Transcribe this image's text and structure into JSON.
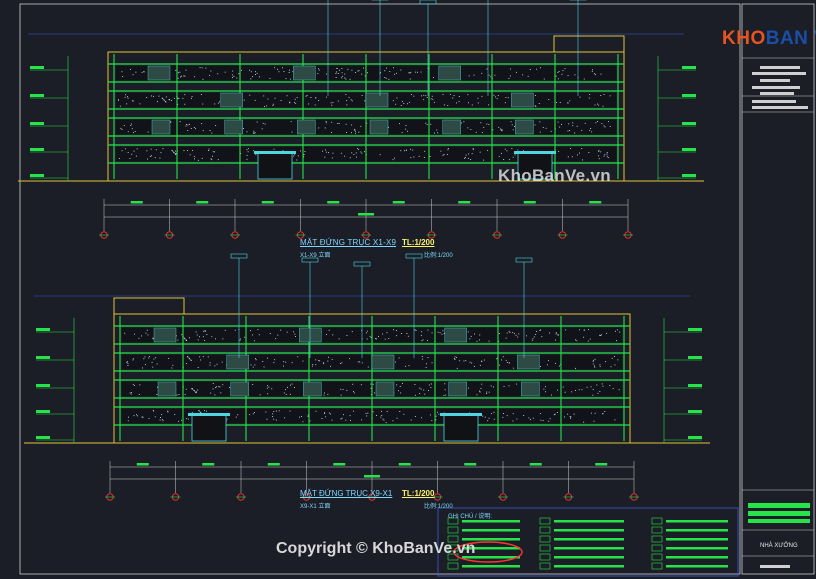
{
  "brand": {
    "logo_text_a": "KHO",
    "logo_text_b": "BAN VE",
    "watermark": "KhoBanVe.vn",
    "copyright": "Copyright © KhoBanVe.vn"
  },
  "elevation_top": {
    "title": "MẶT ĐỨNG TRỤC X1-X9",
    "scale": "TL:1/200",
    "subtitle": "X1-X9 立面",
    "subtitle_scale": "比例:1/200"
  },
  "elevation_bottom": {
    "title": "MẶT ĐỨNG TRỤC X9-X1",
    "scale": "TL:1/200",
    "subtitle": "X9-X1 立面",
    "subtitle_scale": "比例:1/200"
  },
  "notes": {
    "title": "GHI CHÚ / 说明:"
  },
  "title_block": {
    "drawing_name": "NHÀ XƯỞNG"
  },
  "colors": {
    "background": "#1b1e26",
    "facade_green": "#27e34a",
    "outline_yellow": "#e0c235",
    "dimension_cyan": "#4fd6e0",
    "axis_red": "#e23030",
    "frame_white": "#d8d8d8",
    "logo_orange": "#e8541f",
    "logo_blue": "#1a4ea8"
  }
}
